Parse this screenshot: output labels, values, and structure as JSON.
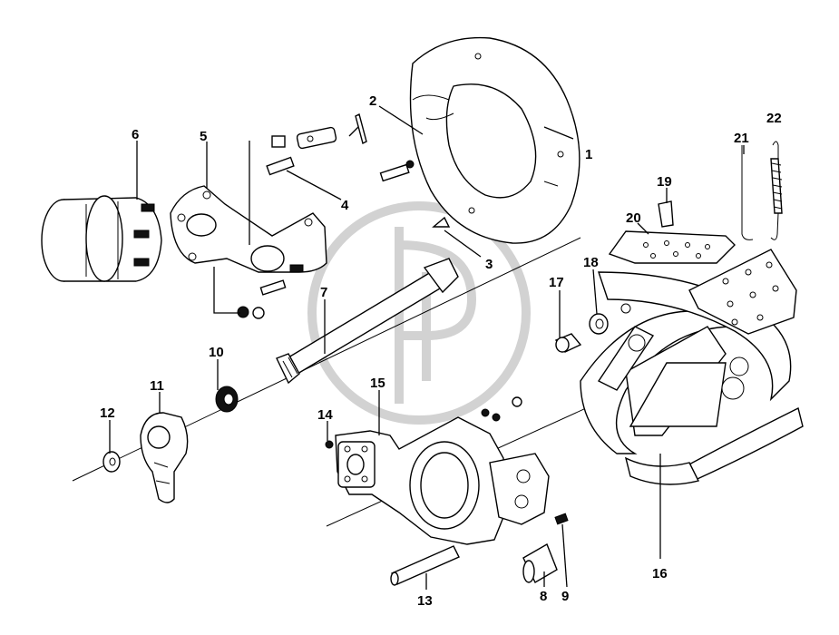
{
  "callouts": {
    "n1": "1",
    "n2": "2",
    "n3": "3",
    "n4": "4",
    "n5": "5",
    "n6": "6",
    "n7": "7",
    "n8": "8",
    "n9": "9",
    "n10": "10",
    "n11": "11",
    "n12": "12",
    "n13": "13",
    "n14": "14",
    "n15": "15",
    "n16": "16",
    "n17": "17",
    "n18": "18",
    "n19": "19",
    "n20": "20",
    "n21": "21",
    "n22": "22"
  }
}
